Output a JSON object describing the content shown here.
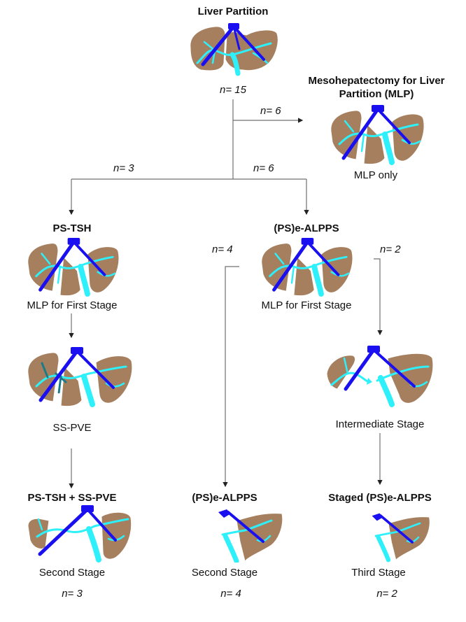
{
  "colors": {
    "parenchyma": "#a57f5e",
    "hepatic_vein": "#1a0ff0",
    "portal_vein": "#2df0fa",
    "connector": "#707070"
  },
  "root": {
    "title": "Liver Partition",
    "count": "n= 15",
    "icon": "liver-full-icon"
  },
  "mlp_branch": {
    "edge_count": "n= 6",
    "title_line1": "Mesohepatectomy for Liver",
    "title_line2": "Partition (MLP)",
    "caption": "MLP only",
    "icon": "liver-mlp-icon"
  },
  "left_split": {
    "edge_count": "n= 3"
  },
  "right_split": {
    "edge_count": "n= 6"
  },
  "pstsh": {
    "title": "PS-TSH",
    "first_stage_caption": "MLP for First Stage",
    "pve_caption": "SS-PVE",
    "final_title": "PS-TSH + SS-PVE",
    "final_caption": "Second Stage",
    "final_count": "n= 3"
  },
  "alpps": {
    "title": "(PS)e-ALPPS",
    "first_stage_caption": "MLP for First Stage",
    "left_edge_count": "n= 4",
    "right_edge_count": "n= 2",
    "second_title": "(PS)e-ALPPS",
    "second_caption": "Second Stage",
    "second_count": "n= 4",
    "intermediate_caption": "Intermediate Stage",
    "staged_title": "Staged (PS)e-ALPPS",
    "staged_caption": "Third Stage",
    "staged_count": "n= 2"
  }
}
